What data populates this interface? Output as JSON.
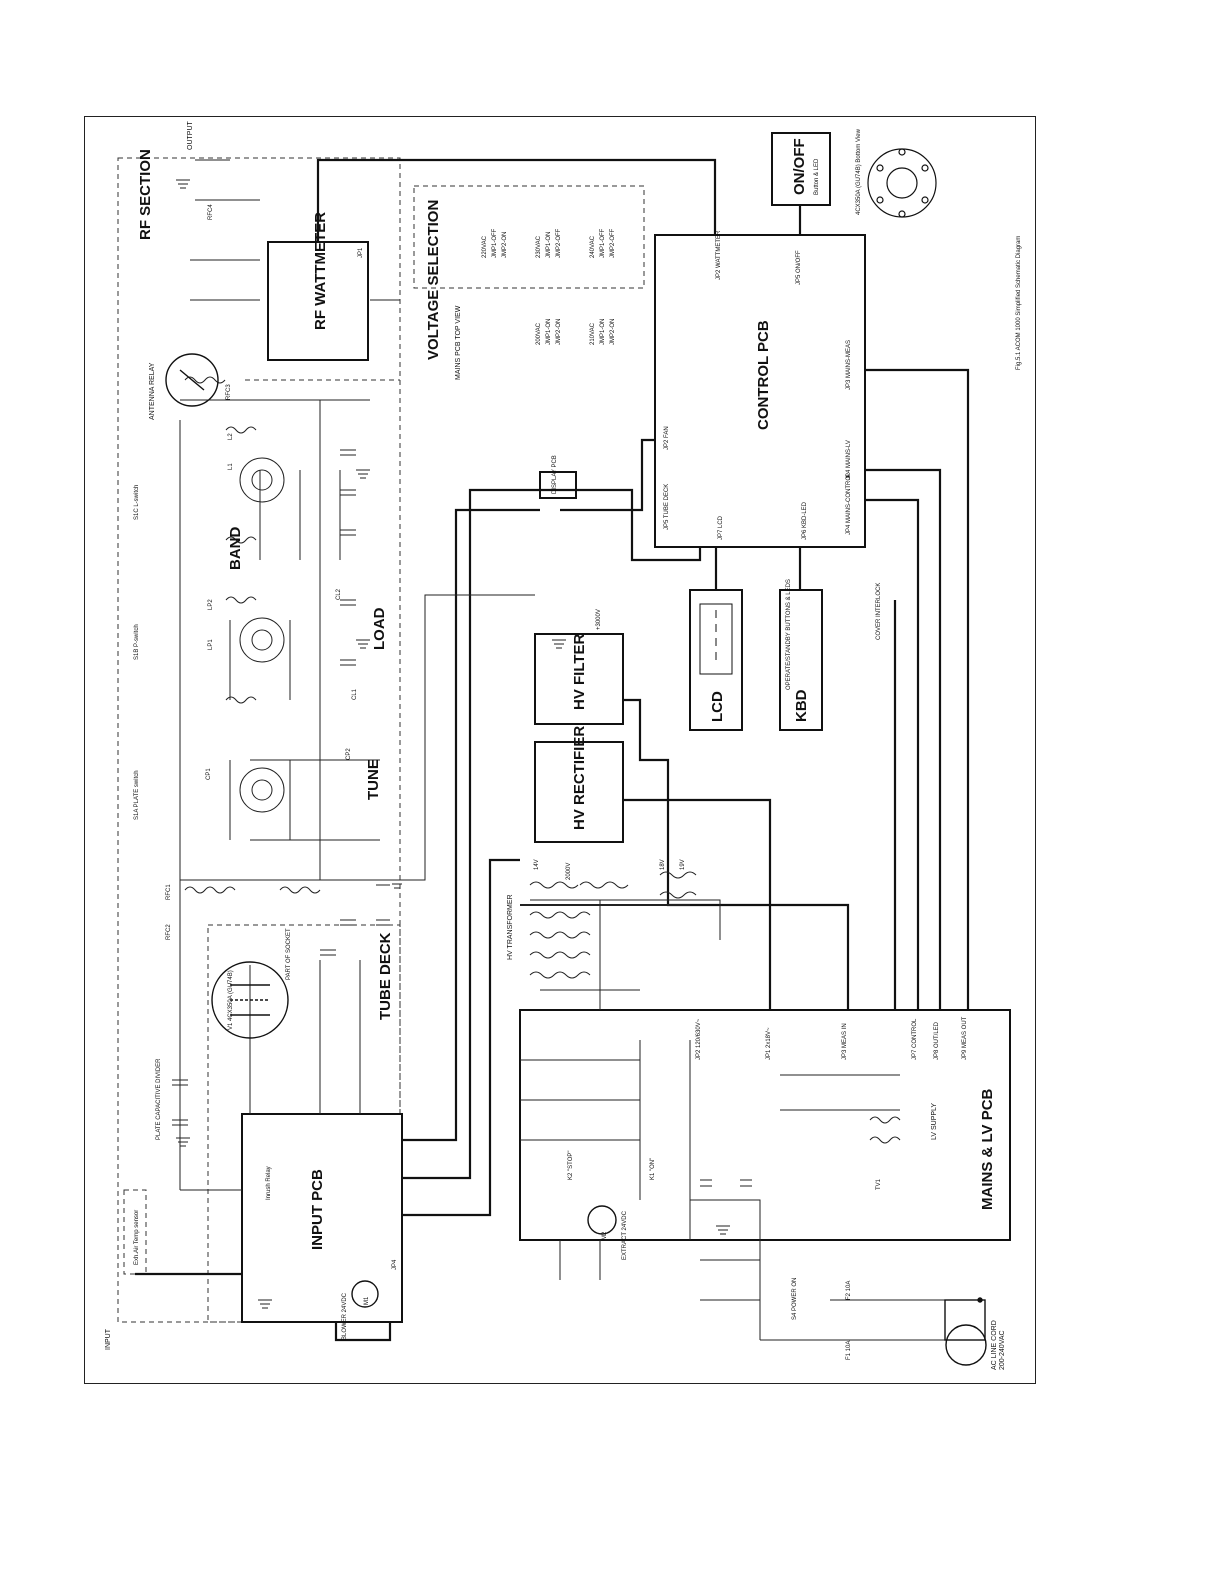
{
  "blocks": {
    "rf_section": "RF SECTION",
    "rf_wattmeter": "RF WATTMETER",
    "control_pcb": "CONTROL PCB",
    "on_off": "ON/OFF",
    "on_off_sub": "Button & LED",
    "voltage_selection": "VOLTAGE SELECTION",
    "mains_pcb_top_view": "MAINS PCB    TOP VIEW",
    "display_pcb": "DISPLAY PCB",
    "lcd": "LCD",
    "kbd": "KBD",
    "kbd_sub": "OPERATE/STANDBY BUTTONS & LEDS",
    "hv_filter": "HV FILTER",
    "hv_rectifier": "HV RECTIFIER",
    "cover_interlock": "COVER INTERLOCK",
    "input_pcb": "INPUT PCB",
    "tube_deck": "TUBE   DECK",
    "mains_lv_pcb": "MAINS & LV PCB",
    "band": "BAND",
    "load": "LOAD",
    "tune": "TUNE",
    "lv_supply": "LV SUPPLY",
    "hv_transformer": "HV TRANSFORMER",
    "ac_line_cord": "AC LINE CORD",
    "ac_line_voltage": "200-240VAC",
    "antenna_relay": "ANTENNA RELAY",
    "output": "OUTPUT",
    "input": "INPUT",
    "plate_capacitive_divider": "PLATE CAPACITIVE DIVIDER",
    "part_of_socket": "PART OF SOCKET",
    "fig_caption": "Fig.5.1 ACOM 1000 Simplified Schematic Diagram",
    "socket_view": "4CX350A (GU74B) Bottom View"
  },
  "voltage_selection_options": [
    {
      "voltage": "220VAC",
      "jmp1": "JMP1-OFF",
      "jmp2": "JMP2-ON"
    },
    {
      "voltage": "230VAC",
      "jmp1": "JMP1-ON",
      "jmp2": "JMP2-OFF"
    },
    {
      "voltage": "240VAC",
      "jmp1": "JMP1-OFF",
      "jmp2": "JMP2-OFF"
    },
    {
      "voltage": "200VAC",
      "jmp1": "JMP1-ON",
      "jmp2": "JMP2-ON"
    },
    {
      "voltage": "210VAC",
      "jmp1": "JMP1-ON",
      "jmp2": "JMP2-ON"
    }
  ],
  "connectors": {
    "jp1_wattmeter": "JP1",
    "jp2_wattmeter": "JP2 WATTMETER",
    "jp5_onoff": "JP5 ON/OFF",
    "jp2_fan": "JP2 FAN",
    "jp3_mains_meas": "JP3 MAINS-MEAS",
    "jp4_mains_lv": "JP4 MAINS-LV",
    "jp4_mains_control": "JP4 MAINS-CONTROL",
    "jp5_tube_deck": "JP5 TUBE DECK",
    "jp7_lcd": "JP7 LCD",
    "jp6_kbd": "JP6 KBD-LED",
    "jp7_control": "JP7 CONTROL",
    "jp8_out": "JP8 OUT/LED",
    "jp9_meas": "JP9 MEAS OUT",
    "jp3_mains": "JP3 MEAS IN",
    "jp1_lv": "JP1 2x18V~",
    "jp2_120": "JP2 120/630V~"
  },
  "rails": {
    "plus3000v": "+3000V",
    "hv_label": "2000V",
    "v14": "14V",
    "v18": "18V",
    "v19": "19V"
  },
  "components": {
    "tube": "V1 4CX350A (GU74B)",
    "k1": "K1 \"ON\"",
    "k2": "K2 \"STOP\"",
    "tv1": "TV1",
    "fuse_f1": "F1 10A",
    "fuse_f2": "F2 10A",
    "s4": "S4 POWER ON",
    "m1": "M1",
    "m2": "M2",
    "blower": "BLOWER 24VDC",
    "extract": "EXTRACT 24VDC",
    "s1a": "S1A PLATE switch",
    "s1b": "S1B P-switch",
    "s1c": "S1C L-switch",
    "rfc1": "RFC1",
    "rfc2": "RFC2",
    "rfc3": "RFC3",
    "rfc4": "RFC4",
    "cp1": "CP1",
    "cp2": "CP2",
    "cl1": "CL1",
    "cl2": "CL2",
    "l1": "L1",
    "l2": "L2",
    "lp1": "LP1",
    "lp2": "LP2",
    "inrush_relay": "Inrush Relay",
    "temp_sensor": "Exh.Air Temp sensor",
    "fan_relay": "JP4"
  }
}
